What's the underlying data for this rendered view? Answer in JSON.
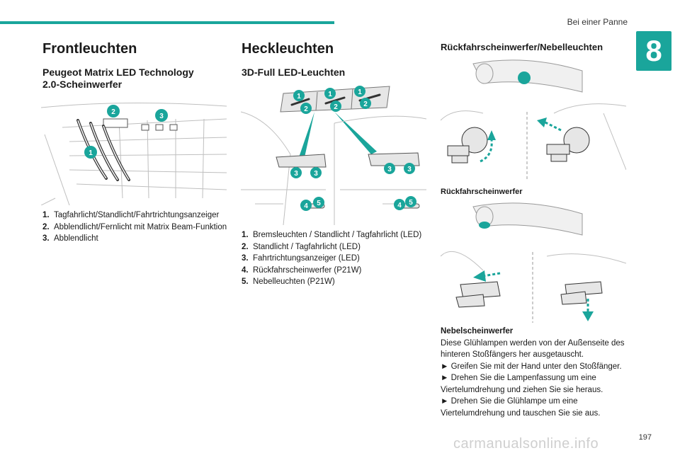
{
  "header": {
    "title": "Bei einer Panne",
    "chapter": "8"
  },
  "col1": {
    "title": "Frontleuchten",
    "subtitle": "Peugeot Matrix LED Technology 2.0-Scheinwerfer",
    "legend": [
      {
        "num": "1.",
        "text": "Tagfahrlicht/Standlicht/Fahrtrichtungsanzeiger"
      },
      {
        "num": "2.",
        "text": "Abblendlicht/Fernlicht mit Matrix Beam-Funktion"
      },
      {
        "num": "3.",
        "text": "Abblendlicht"
      }
    ]
  },
  "col2": {
    "title": "Heckleuchten",
    "subtitle": "3D-Full LED-Leuchten",
    "legend": [
      {
        "num": "1.",
        "text": "Bremsleuchten / Standlicht / Tagfahrlicht (LED)"
      },
      {
        "num": "2.",
        "text": "Standlicht / Tagfahrlicht (LED)"
      },
      {
        "num": "3.",
        "text": "Fahrtrichtungsanzeiger (LED)"
      },
      {
        "num": "4.",
        "text": "Rückfahrscheinwerfer (P21W)"
      },
      {
        "num": "5.",
        "text": "Nebelleuchten (P21W)"
      }
    ]
  },
  "col3": {
    "title": "Rückfahrscheinwerfer/Nebelleuchten",
    "caption1": "Rückfahrscheinwerfer",
    "body_title": "Nebelscheinwerfer",
    "body_intro": "Diese Glühlampen werden von der Außenseite des hinteren Stoßfängers her ausgetauscht.",
    "steps": [
      "► Greifen Sie mit der Hand unter den Stoßfänger.",
      "► Drehen Sie die Lampenfassung um eine Viertelumdrehung und ziehen Sie sie heraus.",
      "► Drehen Sie die Glühlampe um eine Viertelumdrehung und tauschen Sie sie aus."
    ]
  },
  "figure_labels": {
    "n1": "1",
    "n2": "2",
    "n3": "3",
    "n4": "4",
    "n5": "5"
  },
  "footer": {
    "page_number": "197",
    "watermark": "carmanualsonline.info"
  },
  "colors": {
    "accent": "#1aa59b",
    "text": "#1a1a1a"
  }
}
